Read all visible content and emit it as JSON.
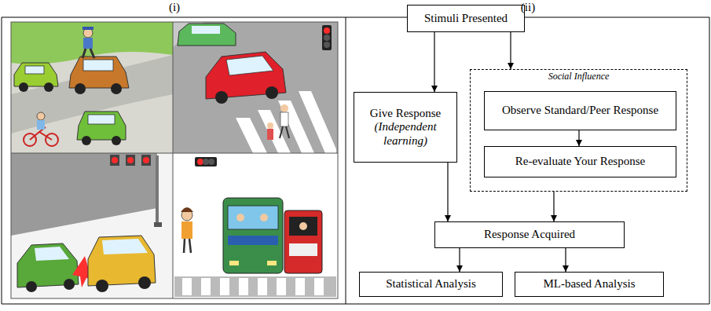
{
  "diagram": {
    "nodes": [
      {
        "text": [
          "Stimuli Presented"
        ]
      },
      {
        "text": [
          "Give Response",
          "(Independent learning)"
        ]
      },
      {
        "text": [
          "Social Influence"
        ]
      },
      {
        "text": [
          "Observe Standard/Peer Response"
        ],
        "in": 2
      },
      {
        "text": [
          "Re-evaluate Your Response"
        ],
        "in": 2
      },
      {
        "text": [
          "Response Acquired"
        ]
      },
      {
        "text": [
          "Statistical Analysis"
        ]
      },
      {
        "text": [
          "ML-based Analysis"
        ]
      }
    ],
    "edges": [
      {
        "from": 0,
        "to": 1,
        "arrow": "to"
      },
      {
        "from": 0,
        "to": 2,
        "arrow": "to"
      },
      {
        "from": 3,
        "to": 4,
        "arrow": "to"
      },
      {
        "from": 1,
        "to": 5,
        "arrow": "to"
      },
      {
        "from": 2,
        "to": 5,
        "arrow": "to"
      },
      {
        "from": 5,
        "to": 6,
        "arrow": "to"
      },
      {
        "from": 5,
        "to": 7,
        "arrow": "to"
      }
    ],
    "labels": [
      "(i)",
      "(ii)"
    ]
  }
}
